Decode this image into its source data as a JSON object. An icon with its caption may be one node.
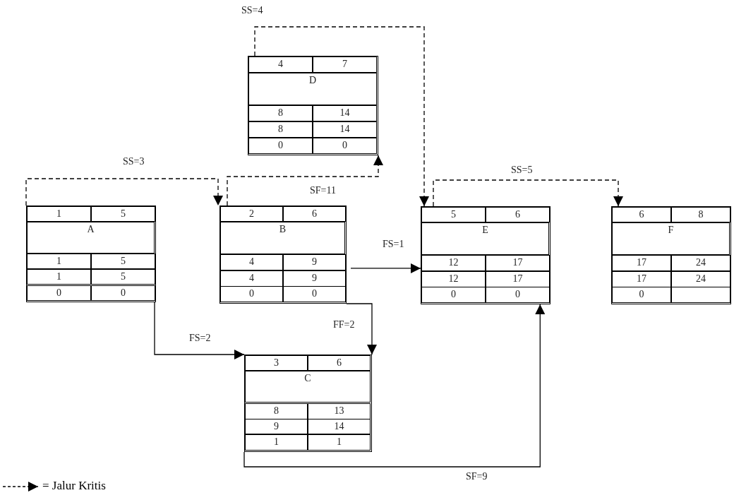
{
  "diagram": {
    "nodes": [
      {
        "text": [
          "1",
          "5",
          "A",
          "1",
          "5",
          "1",
          "5",
          "0",
          "0"
        ]
      },
      {
        "text": [
          "2",
          "6",
          "B",
          "4",
          "9",
          "4",
          "9",
          "0",
          "0"
        ]
      },
      {
        "text": [
          "4",
          "7",
          "D",
          "8",
          "14",
          "8",
          "14",
          "0",
          "0"
        ]
      },
      {
        "text": [
          "5",
          "6",
          "E",
          "12",
          "17",
          "12",
          "17",
          "0",
          "0"
        ]
      },
      {
        "text": [
          "6",
          "8",
          "F",
          "17",
          "24",
          "17",
          "24",
          "0"
        ]
      },
      {
        "text": [
          "3",
          "6",
          "C",
          "8",
          "13",
          "9",
          "14",
          "1",
          "1"
        ]
      }
    ],
    "edges": [
      {
        "from": 0,
        "to": 1,
        "arrow": "to",
        "label": "SS=3",
        "style": "dashed"
      },
      {
        "from": 1,
        "to": 2,
        "arrow": "to",
        "label": "SF=11",
        "style": "dashed"
      },
      {
        "from": 2,
        "to": 3,
        "arrow": "to",
        "label": "SS=4",
        "style": "dashed"
      },
      {
        "from": 3,
        "to": 4,
        "arrow": "to",
        "label": "SS=5",
        "style": "dashed"
      },
      {
        "from": 1,
        "to": 3,
        "arrow": "to",
        "label": "FS=1"
      },
      {
        "from": 0,
        "to": 5,
        "arrow": "to",
        "label": "FS=2"
      },
      {
        "from": 1,
        "to": 5,
        "arrow": "to",
        "label": "FF=2"
      },
      {
        "from": 5,
        "to": 3,
        "arrow": "to",
        "label": "SF=9"
      }
    ],
    "legend": [
      {
        "text": "= Jalur Kritis"
      }
    ]
  }
}
